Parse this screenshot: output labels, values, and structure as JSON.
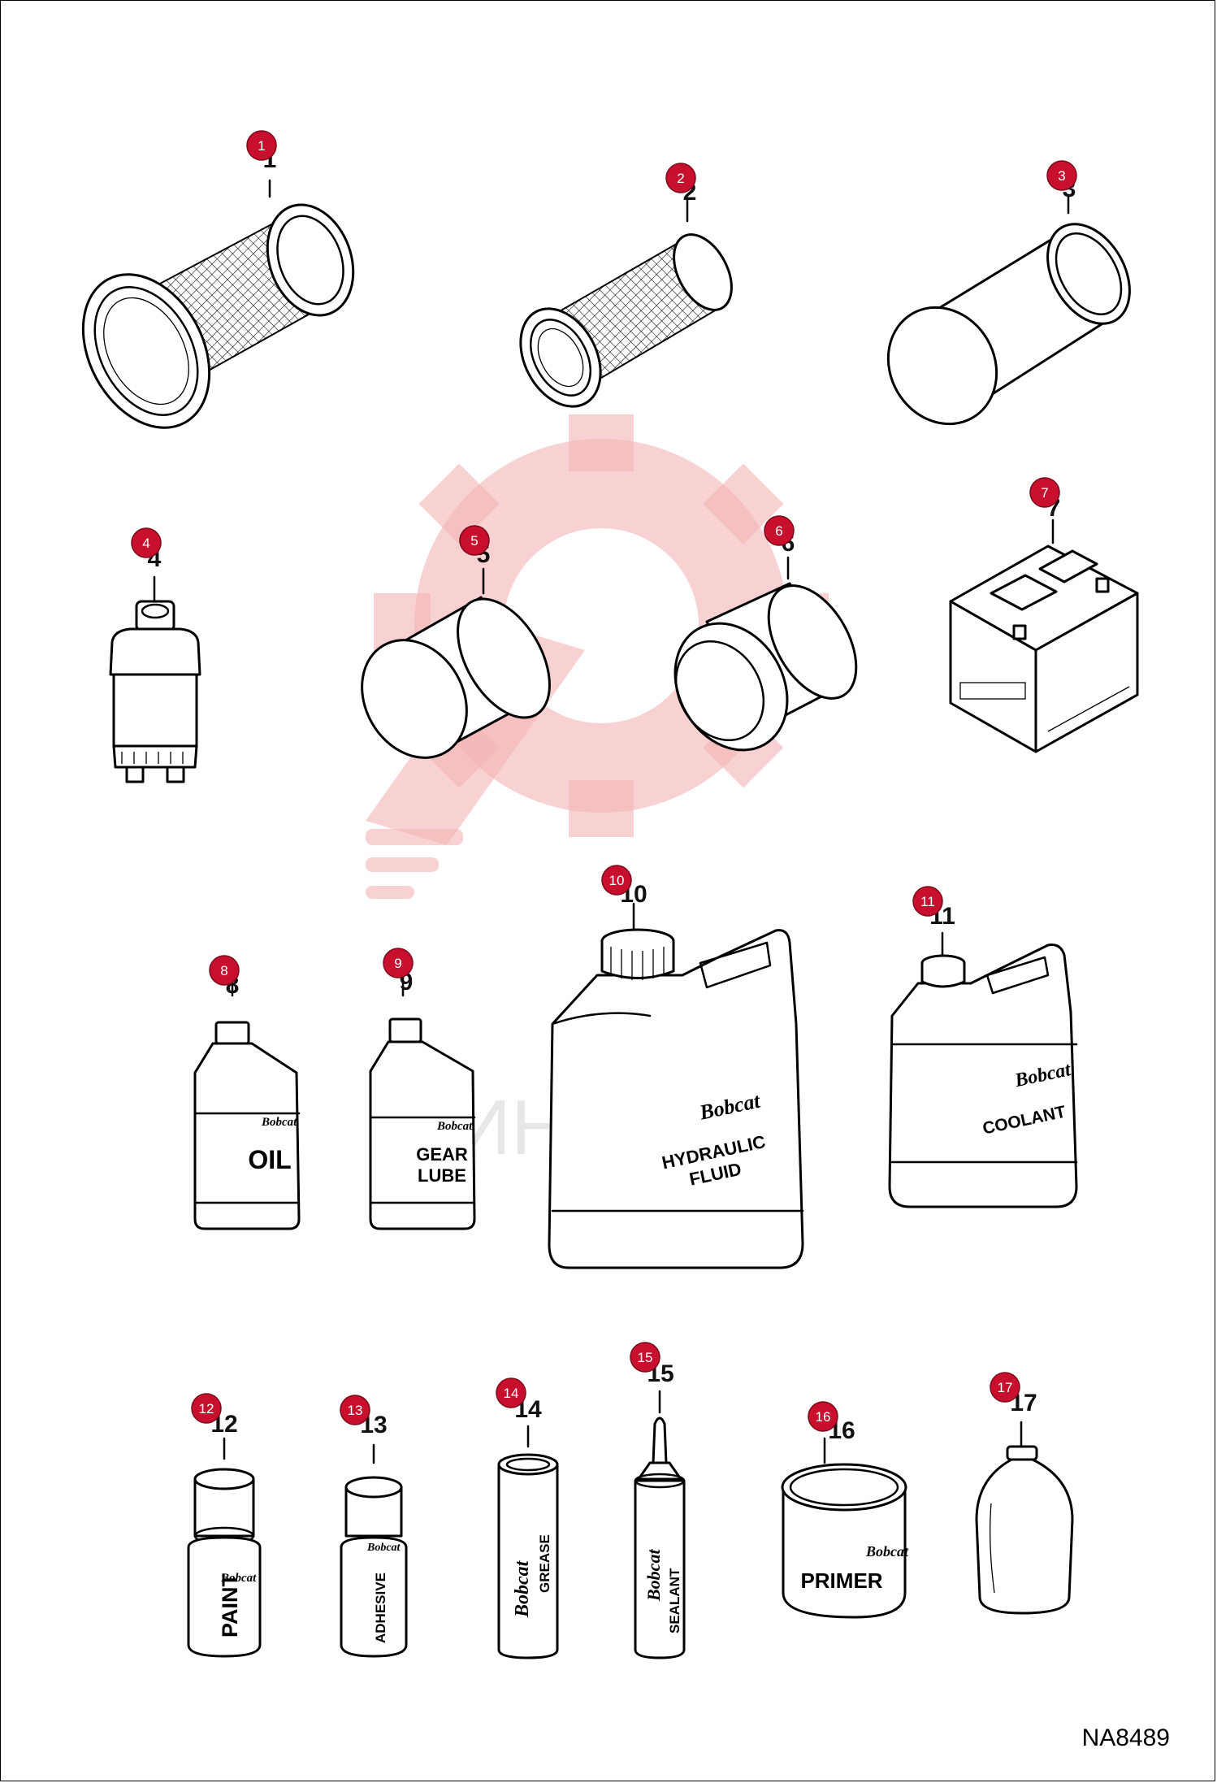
{
  "figure_code": "NA8489",
  "watermark_text": "ИНТЕХ",
  "brand_name": "Bobcat",
  "colors": {
    "callout": "#c8102e",
    "callout_border": "#7a0a1c",
    "watermark": "#f3b4b4"
  },
  "parts": [
    {
      "number": "1"
    },
    {
      "number": "2"
    },
    {
      "number": "3"
    },
    {
      "number": "4"
    },
    {
      "number": "5"
    },
    {
      "number": "6"
    },
    {
      "number": "7"
    },
    {
      "number": "8"
    },
    {
      "number": "9"
    },
    {
      "number": "10"
    },
    {
      "number": "11"
    },
    {
      "number": "12"
    },
    {
      "number": "13"
    },
    {
      "number": "14"
    },
    {
      "number": "15"
    },
    {
      "number": "16"
    },
    {
      "number": "17"
    }
  ],
  "labels": {
    "oil": "OIL",
    "gear_lube_1": "GEAR",
    "gear_lube_2": "LUBE",
    "hydraulic_1": "HYDRAULIC",
    "hydraulic_2": "FLUID",
    "coolant": "COOLANT",
    "paint": "PAINT",
    "adhesive": "ADHESIVE",
    "grease": "GREASE",
    "sealant": "SEALANT",
    "primer": "PRIMER"
  }
}
